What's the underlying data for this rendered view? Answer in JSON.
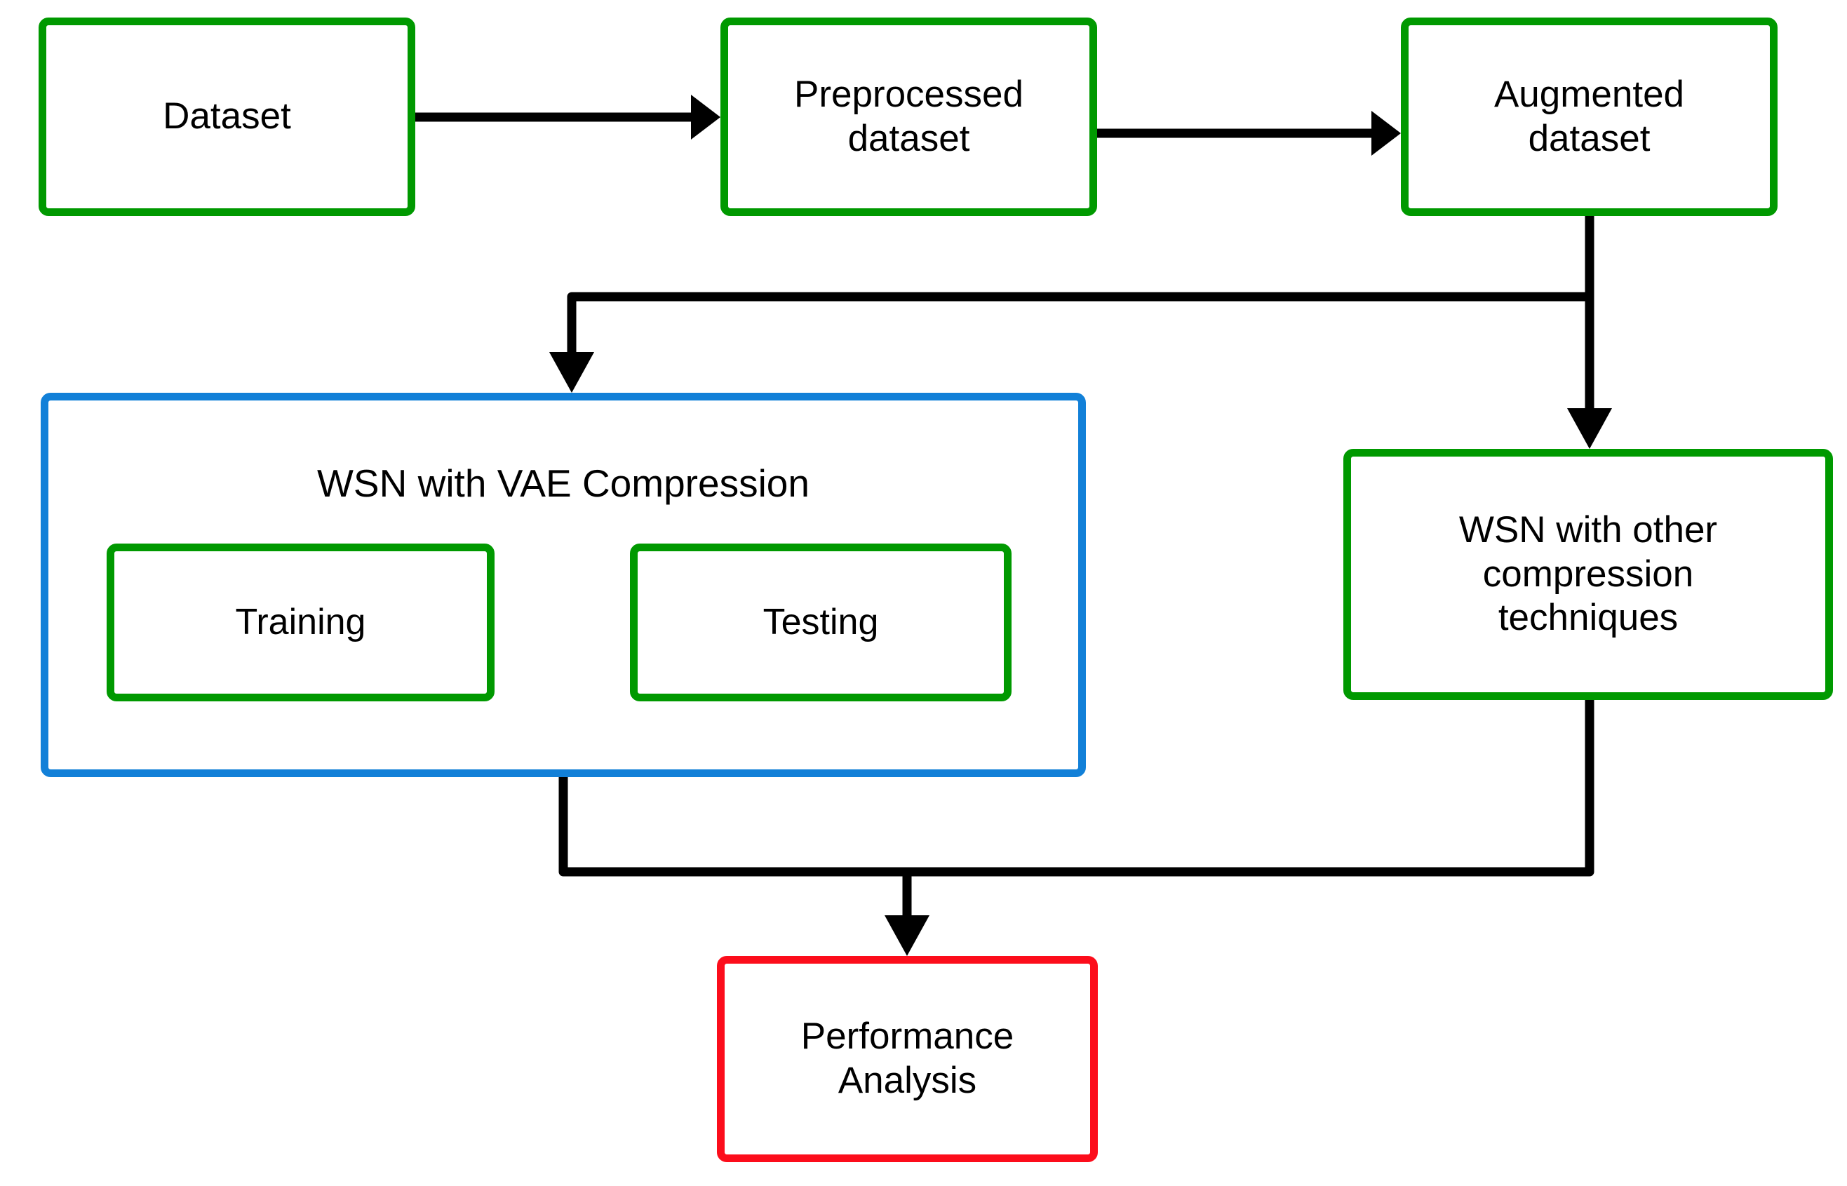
{
  "diagram": {
    "title": "WSN with VAE Compression methodology flowchart",
    "background": "#ffffff",
    "colors": {
      "green_border": "#009900",
      "blue_border": "#1280d8",
      "red_border": "#fc0d1b",
      "connector": "#000000",
      "node_fill": "#ffffff",
      "text": "#000000"
    }
  },
  "nodes": {
    "dataset": {
      "label": "Dataset",
      "border_color": "#009900"
    },
    "preprocessed": {
      "label": "Preprocessed\ndataset",
      "border_color": "#009900"
    },
    "augmented": {
      "label": "Augmented\ndataset",
      "border_color": "#009900"
    },
    "wsn_vae_group": {
      "label": "WSN with VAE Compression",
      "border_color": "#1280d8"
    },
    "training": {
      "label": "Training",
      "border_color": "#009900"
    },
    "testing": {
      "label": "Testing",
      "border_color": "#009900"
    },
    "wsn_other": {
      "label": "WSN with other\ncompression\ntechniques",
      "border_color": "#009900"
    },
    "performance": {
      "label": "Performance\nAnalysis",
      "border_color": "#fc0d1b"
    }
  },
  "edges": [
    {
      "id": "dataset-to-preprocessed",
      "from": "dataset",
      "to": "preprocessed",
      "arrow": true
    },
    {
      "id": "preprocessed-to-augmented",
      "from": "preprocessed",
      "to": "augmented",
      "arrow": true
    },
    {
      "id": "augmented-to-wsn-vae",
      "from": "augmented",
      "to": "wsn_vae_group",
      "arrow": true
    },
    {
      "id": "augmented-to-wsn-other",
      "from": "augmented",
      "to": "wsn_other",
      "arrow": true
    },
    {
      "id": "wsn-vae-to-performance",
      "from": "wsn_vae_group",
      "to": "performance",
      "arrow": true
    },
    {
      "id": "wsn-other-to-performance",
      "from": "wsn_other",
      "to": "performance",
      "arrow": true
    }
  ]
}
